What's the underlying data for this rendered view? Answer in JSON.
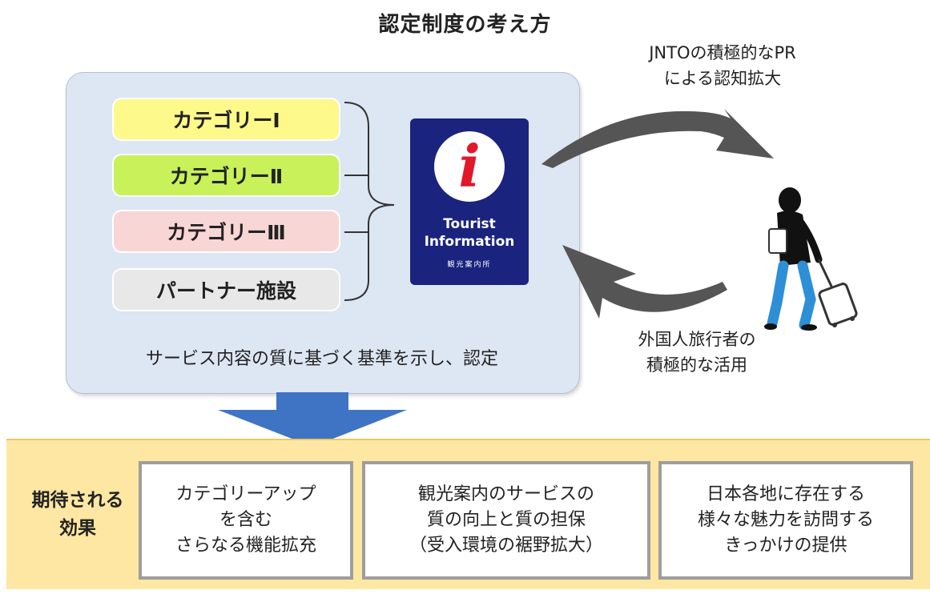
{
  "title": "認定制度の考え方",
  "categories": [
    {
      "label": "カテゴリーⅠ",
      "color": "#fdf98a"
    },
    {
      "label": "カテゴリーⅡ",
      "color": "#c8f15a"
    },
    {
      "label": "カテゴリーⅢ",
      "color": "#f9d6d6"
    },
    {
      "label": "パートナー施設",
      "color": "#e8e8e8"
    }
  ],
  "basis_text": "サービス内容の質に基づく基準を示し、認定",
  "logo": {
    "symbol": "i",
    "line1": "Tourist",
    "line2": "Information",
    "japanese": "観光案内所",
    "background": "#1a237e",
    "symbol_color": "#e0182a"
  },
  "pr_text": "JNTOの積極的なPR\nによる認知拡大",
  "use_text": "外国人旅行者の\n積極的な活用",
  "traveler_icon": "traveler-with-suitcase-icon",
  "expected_effects": {
    "label": "期待される\n効果",
    "items": [
      "カテゴリーアップ\nを含む\nさらなる機能拡充",
      "観光案内のサービスの\n質の向上と質の担保\n（受入環境の裾野拡大）",
      "日本各地に存在する\n様々な魅力を訪問する\nきっかけの提供"
    ]
  },
  "colors": {
    "panel": "#dde6f3",
    "down_arrow": "#3f73c4",
    "curved_arrows": "#555555",
    "effects_band": "#fde7a2",
    "effect_border": "#9e9e9e"
  }
}
